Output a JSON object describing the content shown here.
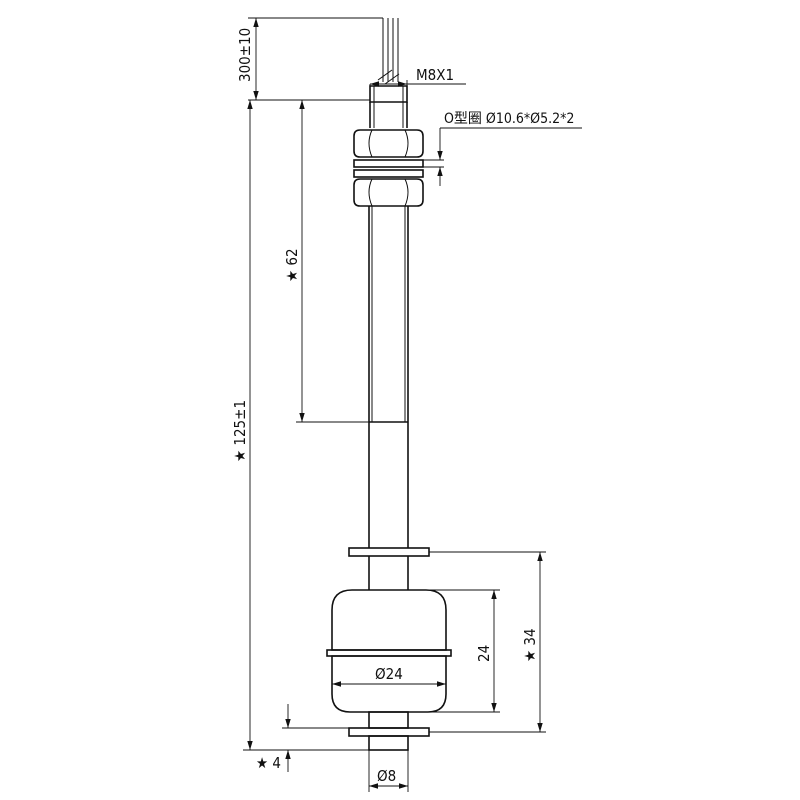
{
  "labels": {
    "cable_length": "300±10",
    "thread": "M8X1",
    "oring": "O型圈 Ø10.6*Ø5.2*2",
    "dim_62": "★ 62",
    "dim_125": "★ 125±1",
    "dim_24": "24",
    "dim_34": "★ 34",
    "float_dia": "Ø24",
    "dim_4": "★ 4",
    "stem_dia": "Ø8"
  }
}
